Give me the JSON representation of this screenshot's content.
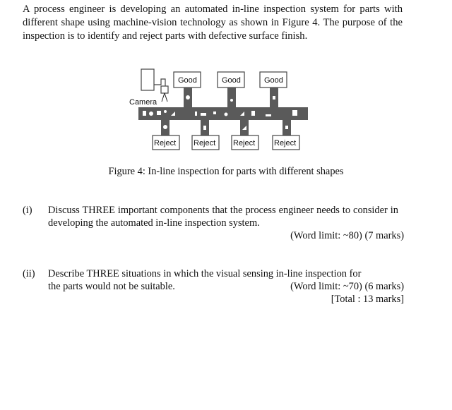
{
  "intro": "A process engineer is developing an automated in-line inspection system for parts with different shape using machine-vision technology as shown in Figure 4. The purpose of the inspection is to identify and reject parts with defective surface finish.",
  "figure": {
    "camera_label": "Camera",
    "good_label": "Good",
    "reject_label": "Reject",
    "caption": "Figure 4: In-line inspection for parts with different shapes"
  },
  "questions": [
    {
      "number": "(i)",
      "text": "Discuss THREE important components that the process engineer needs to consider in developing the automated in-line inspection system.",
      "marks": "(Word limit: ~80) (7 marks)"
    },
    {
      "number": "(ii)",
      "text_line1": "Describe THREE situations in which the visual sensing in-line inspection for",
      "text_line2": "the parts would not be suitable.",
      "marks": "(Word limit: ~70) (6 marks)",
      "total": "[Total : 13 marks]"
    }
  ]
}
